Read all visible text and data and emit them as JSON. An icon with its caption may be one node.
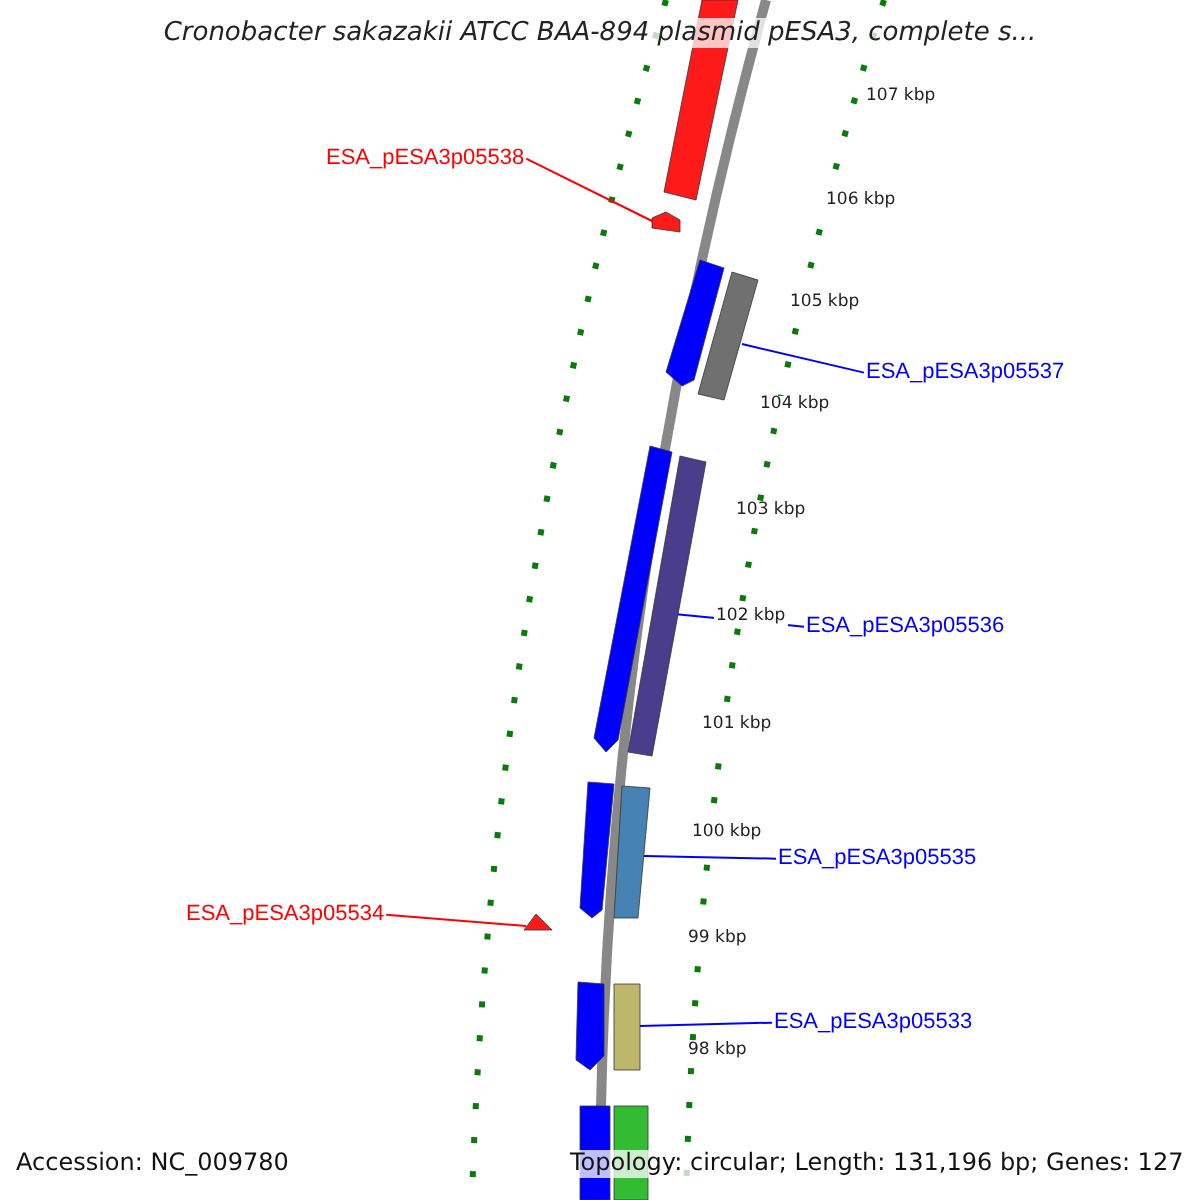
{
  "diagram": {
    "title": "Cronobacter sakazakii ATCC BAA-894 plasmid pESA3, complete s...",
    "nodes": [
      {
        "text": [],
        "shape": "bar"
      },
      {
        "text": [
          "ESA_pESA3p05538"
        ]
      },
      {
        "text": [],
        "shape": "bar"
      },
      {
        "text": [],
        "shape": "bar"
      },
      {
        "text": [
          "ESA_pESA3p05537"
        ]
      },
      {
        "text": [],
        "shape": "bar"
      },
      {
        "text": [],
        "shape": "bar"
      },
      {
        "text": [
          "ESA_pESA3p05536"
        ]
      },
      {
        "text": [],
        "shape": "bar"
      },
      {
        "text": [],
        "shape": "bar"
      },
      {
        "text": [
          "ESA_pESA3p05535"
        ]
      },
      {
        "text": [],
        "shape": "bar"
      },
      {
        "text": [
          "ESA_pESA3p05534"
        ]
      },
      {
        "text": [],
        "shape": "bar"
      },
      {
        "text": [],
        "shape": "bar"
      },
      {
        "text": [
          "ESA_pESA3p05533"
        ]
      },
      {
        "text": [],
        "shape": "bar"
      },
      {
        "text": [],
        "shape": "bar"
      },
      {
        "text": [],
        "shape": "bar"
      }
    ],
    "edges": [
      {
        "from": 1,
        "to": 2,
        "arrow": "none",
        "color": "#ff0000"
      },
      {
        "from": 4,
        "to": 5,
        "arrow": "none"
      },
      {
        "from": 7,
        "to": 8,
        "arrow": "none"
      },
      {
        "from": 10,
        "to": 11,
        "arrow": "none"
      },
      {
        "from": 12,
        "to": 13,
        "arrow": "none",
        "color": "#ff0000"
      },
      {
        "from": 15,
        "to": 16,
        "arrow": "none"
      }
    ],
    "labels": [
      "107 kbp",
      "106 kbp",
      "105 kbp",
      "104 kbp",
      "103 kbp",
      "102 kbp",
      "101 kbp",
      "100 kbp",
      "99 kbp",
      "98 kbp",
      "Accession: NC_009780",
      "Topology: circular; Length: 131,196 bp; Genes: 127"
    ]
  }
}
